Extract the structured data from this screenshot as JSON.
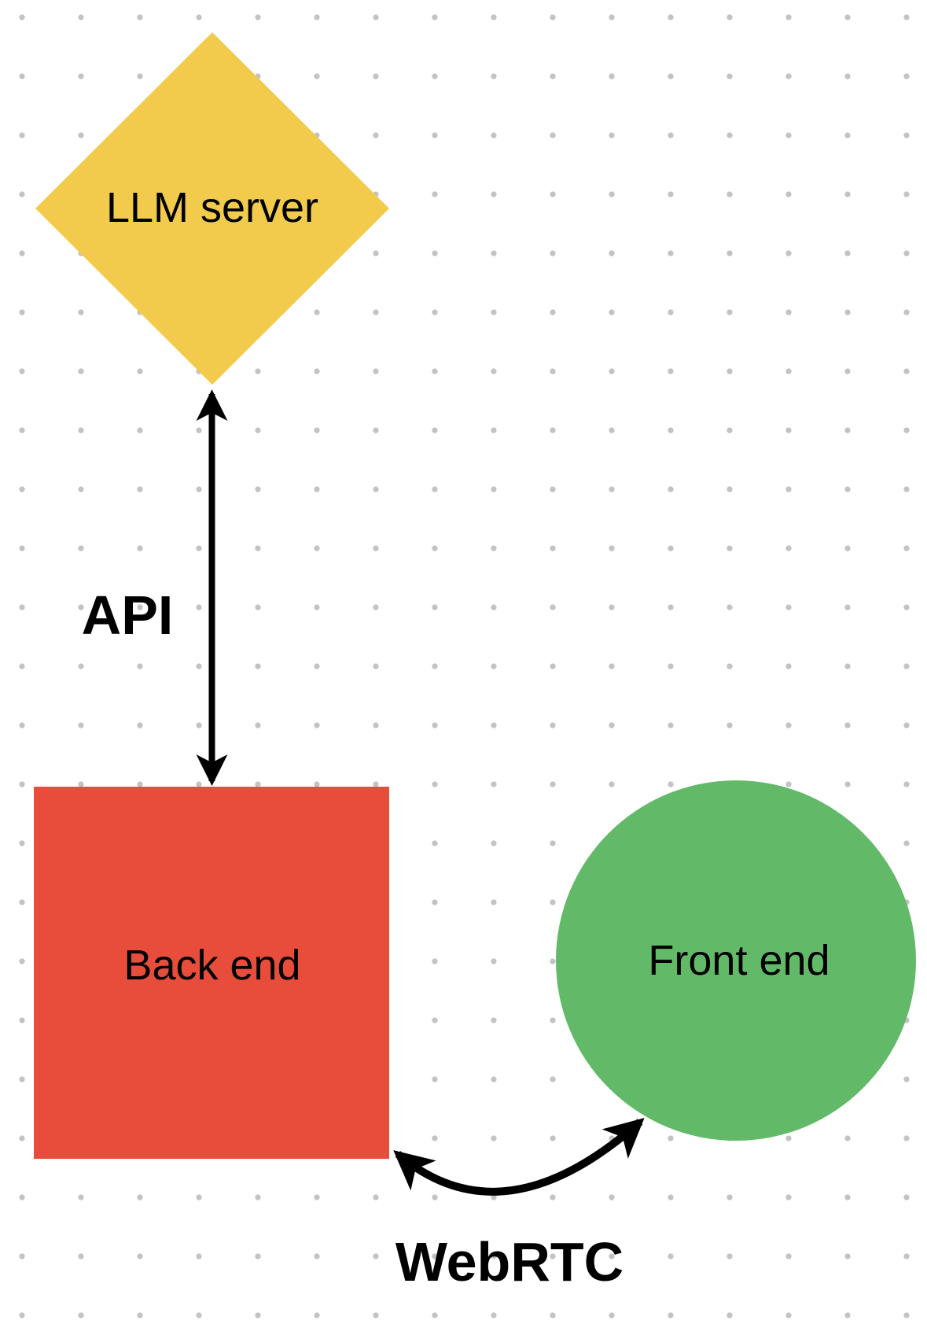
{
  "canvas": {
    "type": "whiteboard-dot-grid",
    "background_color": "#ffffff",
    "dot_color": "#c3c3c3",
    "ink_color": "#000000"
  },
  "diagram": {
    "nodes": [
      {
        "id": "llm-server",
        "shape": "diamond",
        "label": "LLM server",
        "color": "#f2cb4c"
      },
      {
        "id": "back-end",
        "shape": "square",
        "label": "Back end",
        "color": "#e84d3c"
      },
      {
        "id": "front-end",
        "shape": "circle",
        "label": "Front end",
        "color": "#62ba68"
      }
    ],
    "edges": [
      {
        "id": "api",
        "label": "API",
        "from": "llm-server",
        "to": "back-end",
        "line": "straight",
        "arrows": "both"
      },
      {
        "id": "webrtc",
        "label": "WebRTC",
        "from": "back-end",
        "to": "front-end",
        "line": "curved",
        "arrows": "both"
      }
    ],
    "edge_color": "#000000"
  }
}
